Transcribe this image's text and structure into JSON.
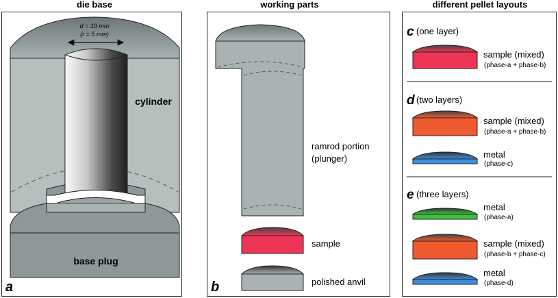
{
  "headers": {
    "die_base": "die base",
    "working_parts": "working parts",
    "pellet_layouts": "different pellet layouts"
  },
  "panel_a": {
    "letter": "a",
    "dimension_d": "d = 10 mm",
    "dimension_r": "(r = 5 mm)",
    "cylinder_label": "cylinder",
    "base_plug_label": "base plug"
  },
  "panel_b": {
    "letter": "b",
    "ramrod_line1": "ramrod portion",
    "ramrod_line2": "(plunger)",
    "sample_label": "sample",
    "anvil_label": "polished anvil"
  },
  "panel_c": {
    "letter": "c",
    "title": "(one layer)",
    "sample_label": "sample (mixed)",
    "sample_sub": "(phase-a + phase-b)"
  },
  "panel_d": {
    "letter": "d",
    "title": "(two layers)",
    "sample_label": "sample (mixed)",
    "sample_sub": "(phase-a + phase-b)",
    "metal_label": "metal",
    "metal_sub": "(phase-c)"
  },
  "panel_e": {
    "letter": "e",
    "title": "(three layers)",
    "metal1_label": "metal",
    "metal1_sub": "(phase-a)",
    "sample_label": "sample (mixed)",
    "sample_sub": "(phase-b + phase-c)",
    "metal2_label": "metal",
    "metal2_sub": "(phase-d)"
  },
  "colors": {
    "steel": "#a9b3b3",
    "steel_dark": "#8e9898",
    "sample_pink": "#ee3555",
    "sample_orange": "#f05a30",
    "metal_blue": "#3e8edc",
    "metal_green": "#3cc43c"
  }
}
